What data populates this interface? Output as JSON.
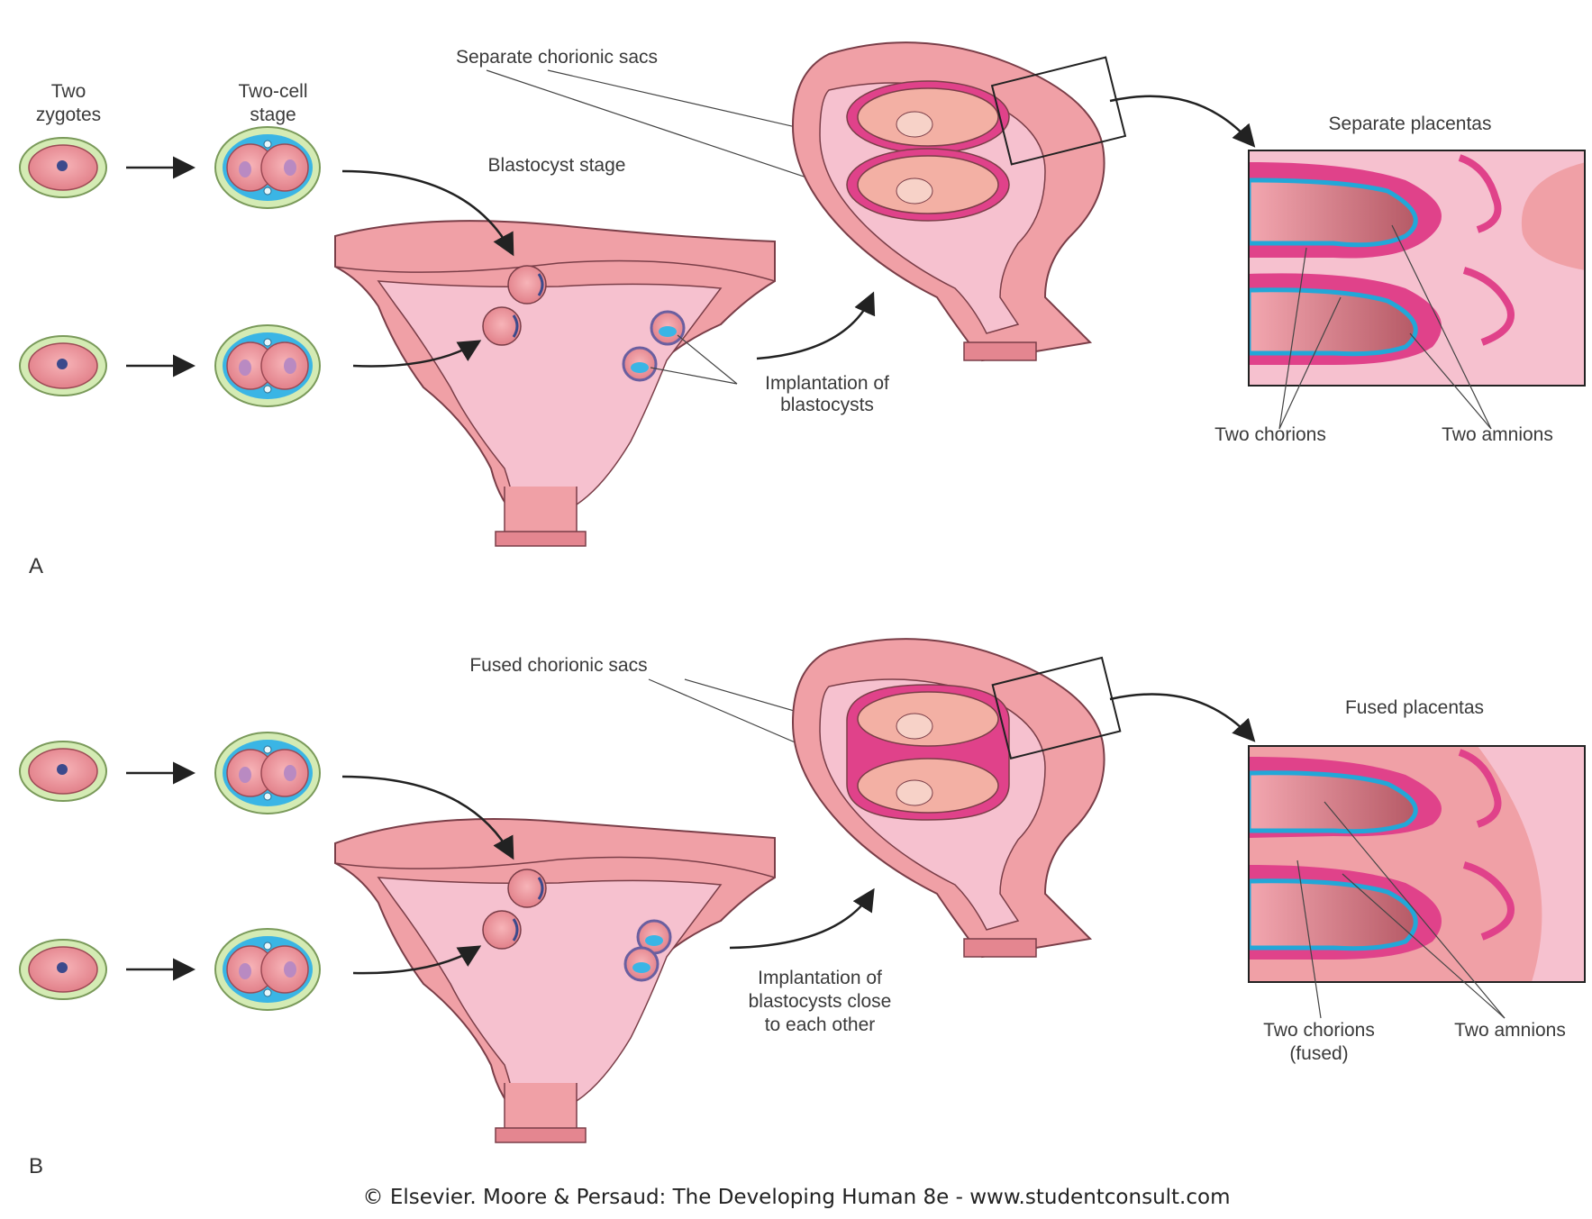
{
  "colors": {
    "tissue": "#f0a0a6",
    "tissue_dark": "#c96a75",
    "cavity": "#f6c1cf",
    "chorion": "#e0428a",
    "amnion": "#22a7d8",
    "zona": "#d4ebb4",
    "zona_outline": "#7a9a5a",
    "fluid": "#3ab5e5",
    "outline": "#7a3e48",
    "text": "#3a3a3a"
  },
  "panel_a": {
    "letter": "A",
    "two_zygotes": [
      "Two",
      "zygotes"
    ],
    "two_cell_stage": [
      "Two-cell",
      "stage"
    ],
    "blastocyst_stage": "Blastocyst stage",
    "chorionic_sacs": "Separate chorionic sacs",
    "implantation": [
      "Implantation of",
      "blastocysts"
    ],
    "placentas_title": "Separate placentas",
    "chorions": [
      "Two chorions"
    ],
    "amnions": "Two amnions"
  },
  "panel_b": {
    "letter": "B",
    "chorionic_sacs": "Fused chorionic sacs",
    "implantation": [
      "Implantation of",
      "blastocysts close",
      "to each other"
    ],
    "placentas_title": "Fused placentas",
    "chorions": [
      "Two chorions",
      "(fused)"
    ],
    "amnions": "Two amnions"
  },
  "credit": "© Elsevier. Moore & Persaud: The Developing Human 8e - www.studentconsult.com"
}
